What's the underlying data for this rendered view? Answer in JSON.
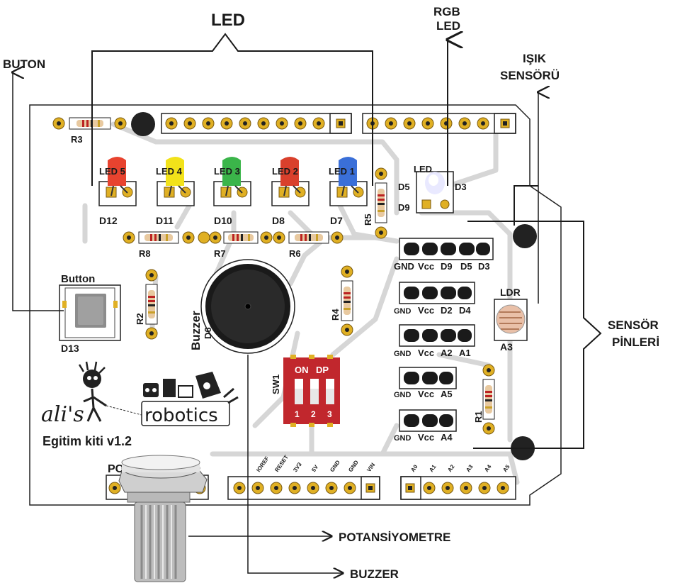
{
  "callouts": {
    "led": "LED",
    "rgb_led_line1": "RGB",
    "rgb_led_line2": "LED",
    "light_sensor_line1": "IŞIK",
    "light_sensor_line2": "SENSÖRÜ",
    "button": "BUTON",
    "sensor_pins_line1": "SENSÖR",
    "sensor_pins_line2": "PİNLERİ",
    "potentiometer": "POTANSİYOMETRE",
    "buzzer": "BUZZER"
  },
  "board": {
    "leds": [
      {
        "label": "LED 5",
        "pin": "D12",
        "color": "#e8432f"
      },
      {
        "label": "LED 4",
        "pin": "D11",
        "color": "#f2e21a"
      },
      {
        "label": "LED 3",
        "pin": "D10",
        "color": "#3bb54a"
      },
      {
        "label": "LED 2",
        "pin": "D8",
        "color": "#d9402c"
      },
      {
        "label": "LED 1",
        "pin": "D7",
        "color": "#3a6fd8"
      }
    ],
    "resistors": {
      "r1": "R1",
      "r2": "R2",
      "r3": "R3",
      "r4": "R4",
      "r5": "R5",
      "r6": "R6",
      "r7": "R7",
      "r8": "R8"
    },
    "rgb": {
      "label": "LED",
      "d5": "D5",
      "d3": "D3",
      "d9": "D9"
    },
    "button_label": "Button",
    "button_pin": "D13",
    "buzzer_label": "Buzzer",
    "buzzer_pin": "D6",
    "ldr_label": "LDR",
    "ldr_pin": "A3",
    "dip": {
      "on": "ON",
      "dp": "DP",
      "sw": "SW1",
      "n1": "1",
      "n2": "2",
      "n3": "3"
    },
    "pot_label": "PC",
    "headers": [
      {
        "gnd": "GND",
        "vcc": "Vcc",
        "p1": "D9",
        "p2": "D5",
        "p3": "D3"
      },
      {
        "gnd": "GND",
        "vcc": "Vcc",
        "p1": "D2",
        "p2": "D4"
      },
      {
        "gnd": "GND",
        "vcc": "Vcc",
        "p1": "A2",
        "p2": "A1"
      },
      {
        "gnd": "GND",
        "vcc": "Vcc",
        "p1": "A5"
      },
      {
        "gnd": "GND",
        "vcc": "Vcc",
        "p1": "A4"
      }
    ],
    "power_pins": [
      "IOREF",
      "RESET",
      "3V3",
      "5V",
      "GND",
      "GND",
      "VIN"
    ],
    "analog_pins": [
      "A0",
      "A1",
      "A2",
      "A3",
      "A4",
      "A5"
    ],
    "logo_text1": "ali's",
    "logo_text2": "robotics",
    "kit_label": "Egitim kiti  v1.2"
  },
  "colors": {
    "pcb": "#ffffff",
    "trace": "#d5d5d5",
    "pad": "#e0b024",
    "dip_body": "#c1272d"
  }
}
